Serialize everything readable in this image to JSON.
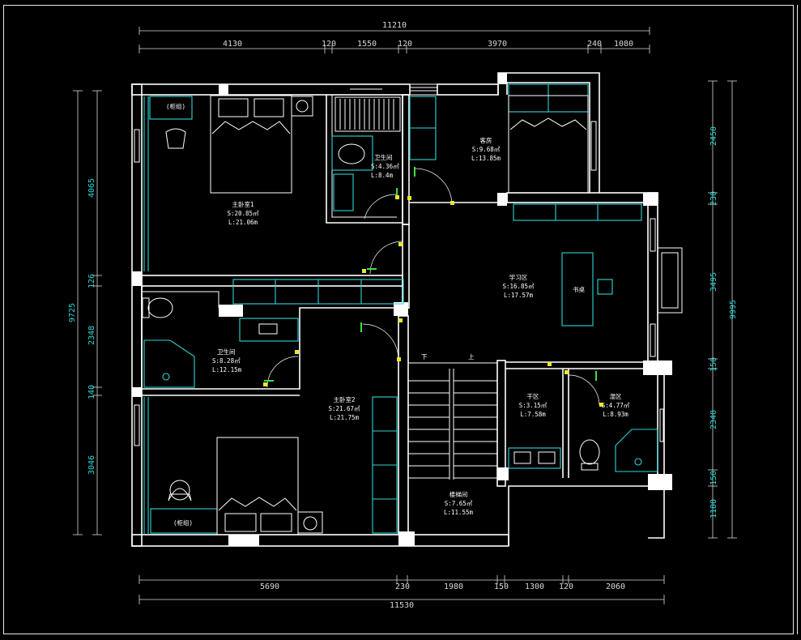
{
  "dimensions": {
    "top_total": "11210",
    "top_segments": [
      "4130",
      "120",
      "1550",
      "120",
      "3970",
      "240",
      "1080"
    ],
    "bottom_total": "11530",
    "bottom_segments": [
      "5690",
      "230",
      "1980",
      "150",
      "1300",
      "120",
      "2060"
    ],
    "left_total": "9725",
    "left_segments": [
      "4065",
      "126",
      "2348",
      "140",
      "3046"
    ],
    "right_total": "9995",
    "right_segments": [
      "2450",
      "230",
      "3495",
      "150",
      "2340",
      "150",
      "1180"
    ]
  },
  "rooms": {
    "master_bed_1": {
      "name": "主卧室1",
      "area": "S:20.85㎡",
      "perimeter": "L:21.06m"
    },
    "bathroom_1": {
      "name": "卫生间",
      "area": "S:4.36㎡",
      "perimeter": "L:8.4m"
    },
    "guest_room": {
      "name": "客房",
      "area": "S:9.68㎡",
      "perimeter": "L:13.85m"
    },
    "study": {
      "name": "学习区",
      "area": "S:16.85㎡",
      "perimeter": "L:17.57m"
    },
    "desk_label": "书桌",
    "bathroom_2": {
      "name": "卫生间",
      "area": "S:8.28㎡",
      "perimeter": "L:12.15m"
    },
    "master_bed_2": {
      "name": "主卧室2",
      "area": "S:21.67㎡",
      "perimeter": "L:21.75m"
    },
    "dry_zone": {
      "name": "干区",
      "area": "S:3.15㎡",
      "perimeter": "L:7.58m"
    },
    "wet_zone": {
      "name": "湿区",
      "area": "S:4.77㎡",
      "perimeter": "L:8.93m"
    },
    "stairwell": {
      "name": "楼梯间",
      "area": "S:7.65㎡",
      "perimeter": "L:11.55m"
    },
    "stair_down": "下",
    "stair_up": "上",
    "cabinet_tag_1": "(柜组)",
    "cabinet_tag_2": "(柜组)"
  },
  "colors": {
    "background": "#000000",
    "wall": "#ffffff",
    "furniture": "#2fd6d6",
    "door_marker": "#e8e830",
    "hinge_marker": "#40e040"
  }
}
